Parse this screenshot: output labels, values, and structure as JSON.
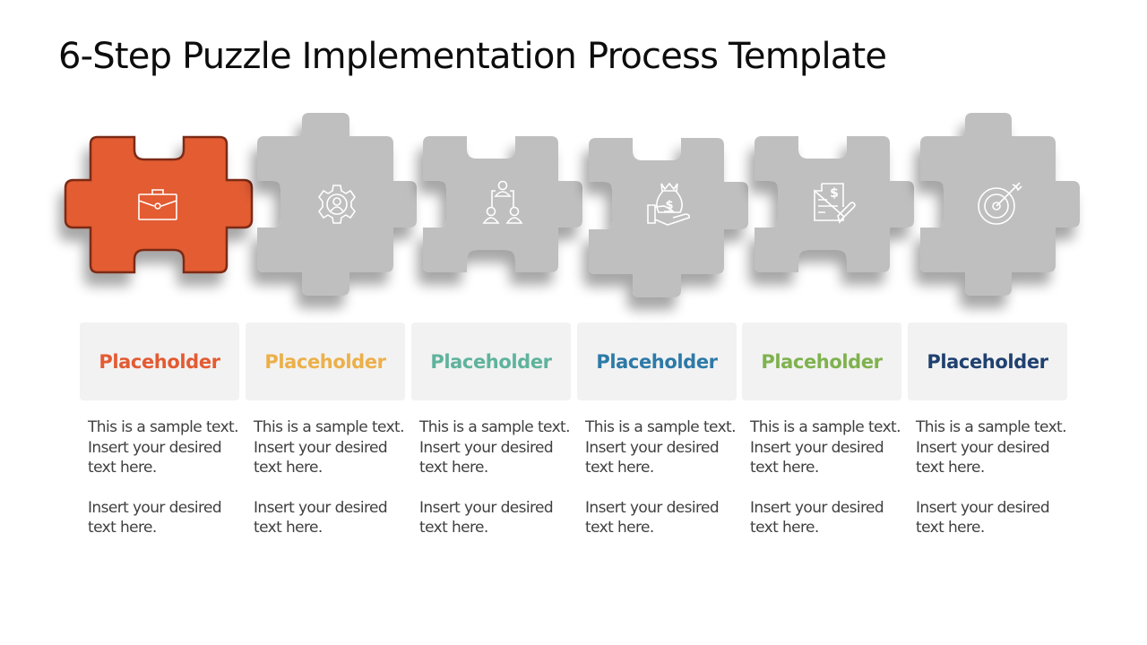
{
  "slide": {
    "title": "6-Step Puzzle Implementation Process Template"
  },
  "colors": {
    "active_fill": "#e35b33",
    "active_stroke": "#7b2a14",
    "inactive_fill": "#bfbfbf",
    "card_bg": "#f2f2f2",
    "body_text": "#404040"
  },
  "steps": [
    {
      "icon": "briefcase-icon",
      "heading": "Placeholder",
      "heading_color": "#e35b33",
      "text1": "This is a sample text. Insert your desired text here.",
      "text2": "Insert your desired text here.",
      "active": true
    },
    {
      "icon": "gear-person-icon",
      "heading": "Placeholder",
      "heading_color": "#ecb04a",
      "text1": "This is a sample text. Insert your desired text here.",
      "text2": "Insert your desired text here.",
      "active": false
    },
    {
      "icon": "org-chart-icon",
      "heading": "Placeholder",
      "heading_color": "#5fb39c",
      "text1": "This is a sample text. Insert your desired text here.",
      "text2": "Insert your desired text here.",
      "active": false
    },
    {
      "icon": "money-bag-hand-icon",
      "heading": "Placeholder",
      "heading_color": "#2d7aa8",
      "text1": "This is a sample text. Insert your desired text here.",
      "text2": "Insert your desired text here.",
      "active": false
    },
    {
      "icon": "invoice-pen-icon",
      "heading": "Placeholder",
      "heading_color": "#7fb24e",
      "text1": "This is a sample text. Insert your desired text here.",
      "text2": "Insert your desired text here.",
      "active": false
    },
    {
      "icon": "target-arrow-icon",
      "heading": "Placeholder",
      "heading_color": "#1f4170",
      "text1": "This is a sample text. Insert your desired text here.",
      "text2": "Insert your desired text here.",
      "active": false
    }
  ]
}
